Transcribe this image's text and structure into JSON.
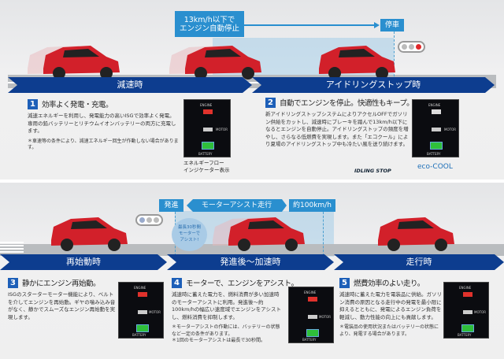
{
  "top": {
    "callout": "13km/h以下で\nエンジン自動停止",
    "stop_label": "停車",
    "banners": [
      "減速時",
      "アイドリングストップ時"
    ],
    "sections": [
      {
        "num": "1",
        "title": "効率よく発電・充電。",
        "body": "減速エネルギーを利用し、発電能力の高いISGで効率よく発電。専用の鉛バッテリーとリチウムイオンバッテリーの両方に充電します。",
        "note": "＊車速等の条件により、減速エネルギー回生が作動しない場合があります。",
        "caption": "エネルギーフロー\nインジケーター表示"
      },
      {
        "num": "2",
        "title": "自動でエンジンを停止。快適性もキープ。",
        "body": "新アイドリングストップシステムによりアクセルOFFでガソリン供給をカットし、減速時にブレーキを踏んで13km/h以下になるとエンジンを自動停止。アイドリングストップの頻度を増やし、さらなる低燃費を実現します。また「エコクール」により夏場のアイドリングストップ中も冷たい風を送り続けます。",
        "logos": [
          "IDLING STOP",
          "eco-COOL"
        ]
      }
    ]
  },
  "bottom": {
    "start_label": "発進",
    "assist_label": "モーターアシスト走行",
    "speed_label": "約100km/h",
    "bubble": "最長30秒間\nモーターで\nアシスト!",
    "banners": [
      "再始動時",
      "発進後〜加速時",
      "走行時"
    ],
    "sections": [
      {
        "num": "3",
        "title": "静かにエンジン再始動。",
        "body": "ISGのスターターモーター機能により、ベルトを介してエンジンを再始動。ギヤの噛み込み音がなく、静かでスムーズなエンジン再始動を実現します。"
      },
      {
        "num": "4",
        "title": "モーターで、エンジンをアシスト。",
        "body": "減速時に蓄えた電力を、燃料消費が多い加速時のモーターアシストに利用。発進後〜約100km/hの幅広い速度域でエンジンをアシストし、燃料消費を抑制します。",
        "notes": [
          "＊モーターアシストの作動には、バッテリーの状態など一定の条件があります。",
          "＊1回のモーターアシストは最長で30秒間。"
        ]
      },
      {
        "num": "5",
        "title": "燃費効率のよい走り。",
        "body": "減速時に蓄えた電力を電装品に供給。ガソリン消費の原因となる走行中の発電を最小限に抑えるとともに、発電によるエンジン負荷を軽減し、動力性能の向上にも貢献します。",
        "note": "＊電装品の使用状況またはバッテリーの状態により、発電する場合があります。"
      }
    ]
  },
  "indicator": {
    "engine": "ENGINE",
    "motor": "MOTOR",
    "battery": "BATTERY"
  },
  "colors": {
    "banner": "#0d3d8f",
    "tag": "#2a8fcf",
    "car": "#d2202a",
    "number": "#1d5fb8"
  }
}
